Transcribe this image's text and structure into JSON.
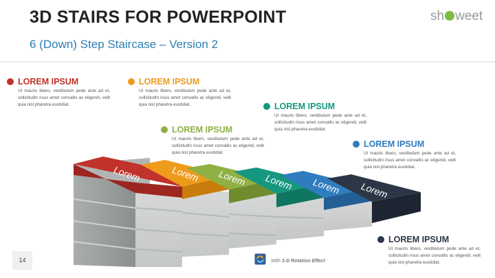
{
  "header": {
    "title": "3D STAIRS FOR POWERPOINT",
    "subtitle": "6 (Down) Step Staircase – Version 2"
  },
  "logo": {
    "text_before": "sh",
    "text_after": "weet"
  },
  "colors": {
    "red": "#c0322b",
    "orange": "#ee9a1b",
    "green": "#8fb043",
    "teal": "#16977f",
    "blue": "#2f7cbf",
    "navy": "#2b3746",
    "title": "#222222",
    "subtitle": "#2e7fb0"
  },
  "blocks": [
    {
      "heading": "LOREM IPSUM",
      "body": "Ut mauris libero, vestibulum pede ante ad et, sollicitudin risus amet convallis ac eligendi, velit quia nisl pharetra eustidiat."
    },
    {
      "heading": "LOREM IPSUM",
      "body": "Ut mauris libero, vestibulum pede ante ad et, sollicitudin risus amet convallis ac eligendi, velit quia nisl pharetra eustidiat."
    },
    {
      "heading": "LOREM IPSUM",
      "body": "Ut mauris libero, vestibulum pede ante ad et, sollicitudin risus amet convallis ac eligendi, velit quia nisl pharetra eustidiat."
    },
    {
      "heading": "LOREM IPSUM",
      "body": "Ut mauris libero, vestibulum pede ante ad et, sollicitudin risus amet convallis ac eligendi, velit quia nisl pharetra eustidiat."
    },
    {
      "heading": "LOREM IPSUM",
      "body": "Ut mauris libero, vestibulum pede ante ad et, sollicitudin risus amet convallis ac eligendi, velit quia nisl pharetra eustidiat."
    },
    {
      "heading": "LOREM IPSUM",
      "body": "Ut mauris libero, vestibulum pede ante ad et, sollicitudin risus amet convallis ac eligendi, velit quia nisl pharetra eustidiat."
    }
  ],
  "step_label": "Lorem",
  "footer": {
    "prefix": "With",
    "emphasis": "3-D Rotation Effect"
  },
  "page_number": "14",
  "icons": [
    "rotation-3d-icon",
    "showeet-logo-leaf-icon",
    "bullet-dot-icon"
  ]
}
